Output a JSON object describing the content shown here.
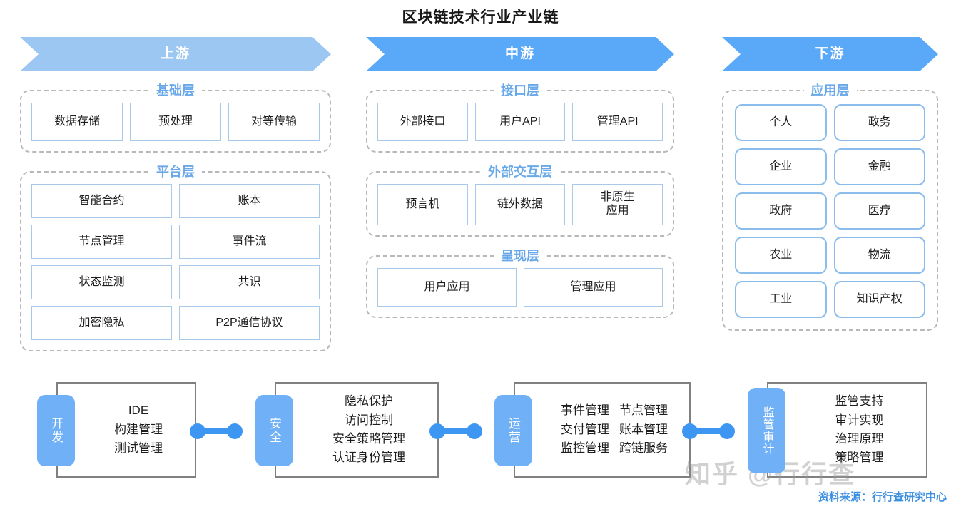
{
  "title": "区块链技术行业产业链",
  "columns": [
    {
      "key": "upstream",
      "banner": "上游",
      "groups": [
        {
          "key": "base",
          "title": "基础层",
          "rows": [
            [
              "数据存储",
              "预处理",
              "对等传输"
            ]
          ]
        },
        {
          "key": "platform",
          "title": "平台层",
          "rows": [
            [
              "智能合约",
              "账本"
            ],
            [
              "节点管理",
              "事件流"
            ],
            [
              "状态监测",
              "共识"
            ],
            [
              "加密隐私",
              "P2P通信协议"
            ]
          ]
        }
      ]
    },
    {
      "key": "midstream",
      "banner": "中游",
      "groups": [
        {
          "key": "api",
          "title": "接口层",
          "rows": [
            [
              "外部接口",
              "用户API",
              "管理API"
            ]
          ]
        },
        {
          "key": "external",
          "title": "外部交互层",
          "rows": [
            [
              "预言机",
              "链外数据",
              "非原生\n应用"
            ]
          ]
        },
        {
          "key": "presentation",
          "title": "呈现层",
          "rows": [
            [
              "用户应用",
              "管理应用"
            ]
          ]
        }
      ]
    },
    {
      "key": "downstream",
      "banner": "下游",
      "groups": [
        {
          "key": "application",
          "title": "应用层",
          "rows": [
            [
              "个人",
              "政务"
            ],
            [
              "企业",
              "金融"
            ],
            [
              "政府",
              "医疗"
            ],
            [
              "农业",
              "物流"
            ],
            [
              "工业",
              "知识产权"
            ]
          ]
        }
      ]
    }
  ],
  "pipeline": {
    "stages": [
      {
        "key": "development",
        "tab": "开发",
        "layout": "single",
        "items": [
          "IDE",
          "构建管理",
          "测试管理"
        ]
      },
      {
        "key": "security",
        "tab": "安全",
        "layout": "single",
        "items": [
          "隐私保护",
          "访问控制",
          "安全策略管理",
          "认证身份管理"
        ]
      },
      {
        "key": "operations",
        "tab": "运营",
        "layout": "two-col",
        "col1": [
          "事件管理",
          "交付管理",
          "监控管理"
        ],
        "col2": [
          "节点管理",
          "账本管理",
          "跨链服务"
        ]
      },
      {
        "key": "supervision-audit",
        "tab": "监管审计",
        "layout": "single",
        "items": [
          "监管支持",
          "审计实现",
          "治理原理",
          "策略管理"
        ]
      }
    ],
    "connector_count": 3
  },
  "watermark": "知乎 @行行查",
  "source": "资料来源：行行查研究中心",
  "colors": {
    "banner_light": "#9cc7f2",
    "banner_strong": "#5aa8f8",
    "group_title": "#6aa9e9",
    "cell_border": "#a9c9e8",
    "rounded_border": "#8bbdec",
    "tab_blue": "#6fb0f7",
    "connector_blue": "#3d96f2",
    "source_blue": "#3d8fe0",
    "stage_border": "#808080"
  }
}
